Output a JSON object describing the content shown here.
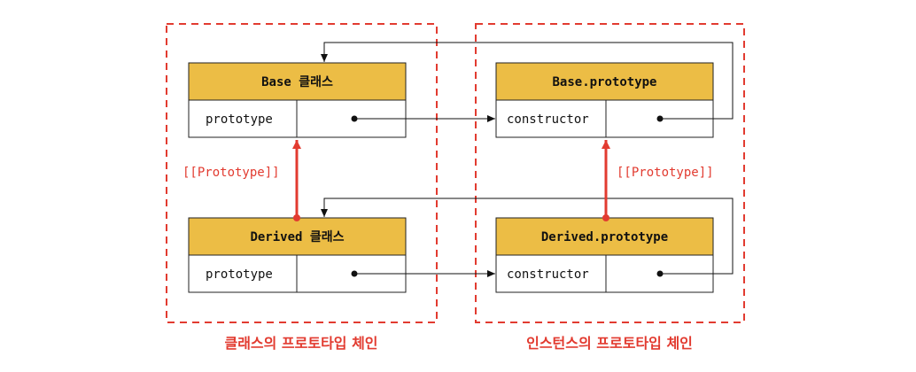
{
  "colors": {
    "accent_red": "#E23B30",
    "header_fill": "#ECBD45",
    "border": "#222222",
    "text": "#111111"
  },
  "groups": {
    "class_chain": {
      "caption": "클래스의 프로토타입 체인"
    },
    "instance_chain": {
      "caption": "인스턴스의 프로토타입 체인"
    }
  },
  "boxes": {
    "base_class": {
      "title": "Base 클래스",
      "field": "prototype"
    },
    "derived_class": {
      "title": "Derived 클래스",
      "field": "prototype"
    },
    "base_prototype": {
      "title": "Base.prototype",
      "field": "constructor"
    },
    "derived_prototype": {
      "title": "Derived.prototype",
      "field": "constructor"
    }
  },
  "links": {
    "class_proto_label": "[[Prototype]]",
    "instance_proto_label": "[[Prototype]]"
  }
}
